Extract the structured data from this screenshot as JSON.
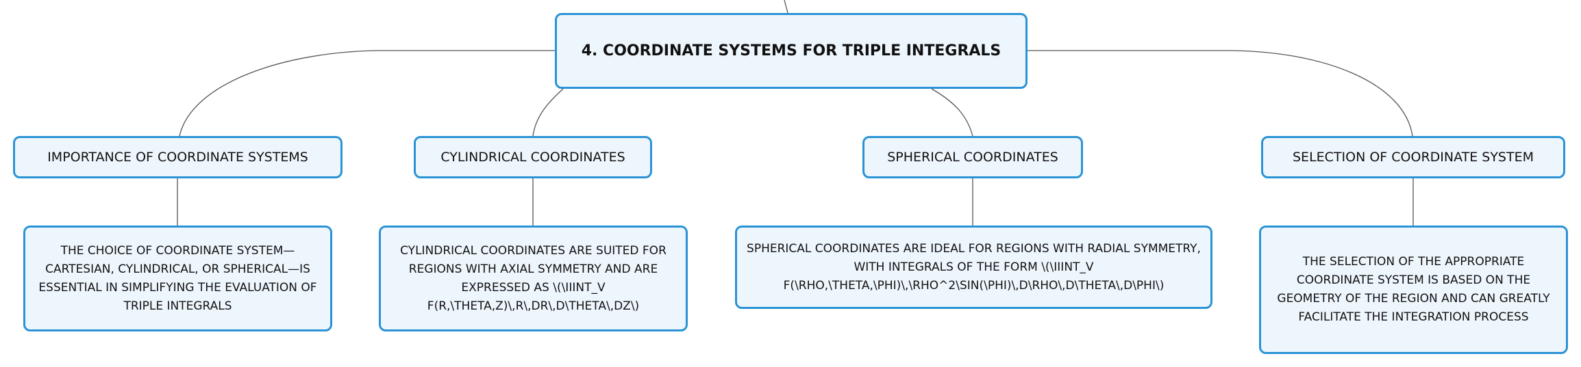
{
  "root": {
    "title": "4. COORDINATE SYSTEMS FOR TRIPLE INTEGRALS"
  },
  "topics": [
    {
      "label": "IMPORTANCE OF COORDINATE SYSTEMS",
      "detail": "THE CHOICE OF COORDINATE SYSTEM—CARTESIAN, CYLINDRICAL, OR SPHERICAL—IS ESSENTIAL IN SIMPLIFYING THE EVALUATION OF TRIPLE INTEGRALS"
    },
    {
      "label": "CYLINDRICAL COORDINATES",
      "detail": "CYLINDRICAL COORDINATES ARE SUITED FOR REGIONS WITH AXIAL SYMMETRY AND ARE EXPRESSED AS \\(\\IIINT_V F(R,\\THETA,Z)\\,R\\,DR\\,D\\THETA\\,DZ\\)"
    },
    {
      "label": "SPHERICAL COORDINATES",
      "detail": "SPHERICAL COORDINATES ARE IDEAL FOR REGIONS WITH RADIAL SYMMETRY, WITH INTEGRALS OF THE FORM \\(\\IIINT_V F(\\RHO,\\THETA,\\PHI)\\,\\RHO^2\\SIN(\\PHI)\\,D\\RHO\\,D\\THETA\\,D\\PHI\\)"
    },
    {
      "label": "SELECTION OF COORDINATE SYSTEM",
      "detail": "THE SELECTION OF THE APPROPRIATE COORDINATE SYSTEM IS BASED ON THE GEOMETRY OF THE REGION AND CAN GREATLY FACILITATE THE INTEGRATION PROCESS"
    }
  ],
  "colors": {
    "node_border": "#2a93d5",
    "node_fill": "#eef6fd",
    "connector": "#555555"
  }
}
